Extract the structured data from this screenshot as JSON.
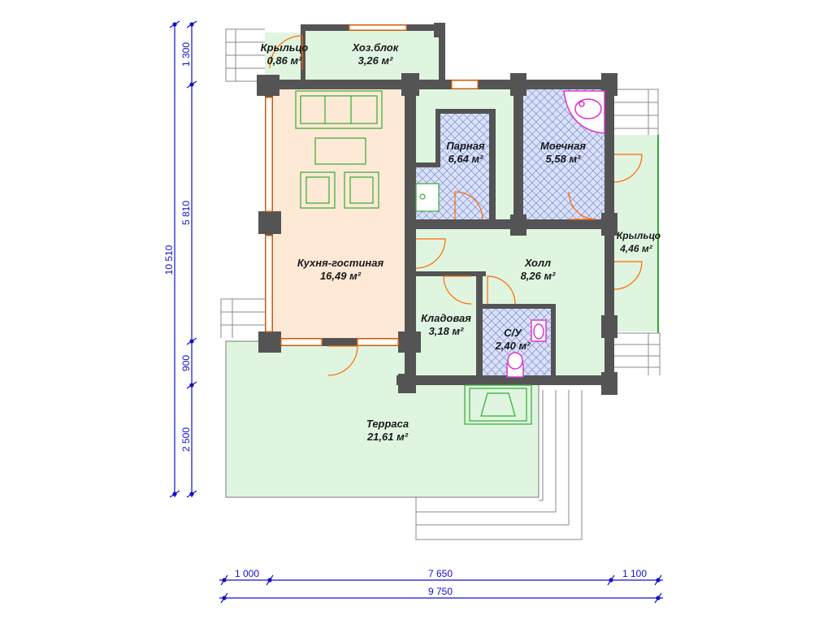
{
  "rooms": [
    {
      "name": "Крыльцо",
      "area": "0,86 м²"
    },
    {
      "name": "Хоз.блок",
      "area": "3,26 м²"
    },
    {
      "name": "Парная",
      "area": "6,64 м²"
    },
    {
      "name": "Моечная",
      "area": "5,58 м²"
    },
    {
      "name": "Кухня-гостиная",
      "area": "16,49 м²"
    },
    {
      "name": "Холл",
      "area": "8,26 м²"
    },
    {
      "name": "Крыльцо",
      "area": "4,46 м²"
    },
    {
      "name": "Кладовая",
      "area": "3,18 м²"
    },
    {
      "name": "С/У",
      "area": "2,40 м²"
    },
    {
      "name": "Терраса",
      "area": "21,61 м²"
    }
  ],
  "dimensions": {
    "left_outer": "10 510",
    "left_inner": [
      "1 300",
      "5 810",
      "900",
      "2 500"
    ],
    "bottom_inner": [
      "1 000",
      "7 650",
      "1 100"
    ],
    "bottom_outer": "9 750"
  },
  "colors": {
    "wall": "#545454",
    "room": "#dff5e0",
    "living": "#fde9d6",
    "tile": "#cfd8f6",
    "dimension": "#1010cc",
    "door": "#ff6a00",
    "furniture": "#33aa33",
    "bath": "#dd33cc"
  }
}
